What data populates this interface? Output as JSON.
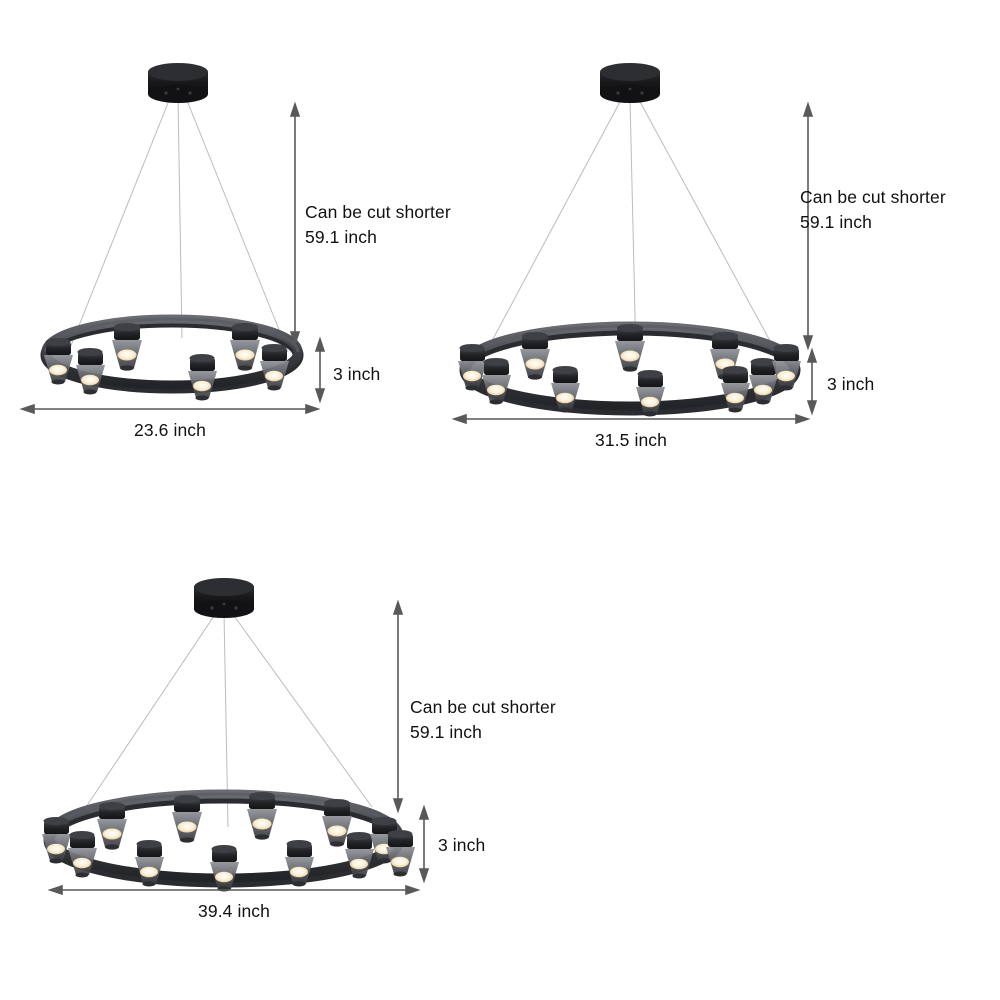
{
  "background_color": "#ffffff",
  "palette": {
    "body_black": "#1b1b1d",
    "ring_dark": "#35363a",
    "ring_light": "#5c5e63",
    "shade_smoke": "#6e7076",
    "shade_smoke_dark": "#3a3c41",
    "led_warm": "#fdf3df",
    "led_glow": "#f2d9a8",
    "cable_gray": "#b9bcc1",
    "dimension_line": "#58595b",
    "text_color": "#111111"
  },
  "diagrams": [
    {
      "id": "chandelier-23-6",
      "lamp_count": 6,
      "width_label": "23.6 inch",
      "height_label": "3 inch",
      "drop_label_line1": "Can be cut shorter",
      "drop_label_line2": "59.1 inch",
      "canopy": "ceiling-canopy",
      "cable_count": 3
    },
    {
      "id": "chandelier-31-5",
      "lamp_count": 10,
      "width_label": "31.5 inch",
      "height_label": "3 inch",
      "drop_label_line1": "Can be cut shorter",
      "drop_label_line2": "59.1 inch",
      "canopy": "ceiling-canopy",
      "cable_count": 3
    },
    {
      "id": "chandelier-39-4",
      "lamp_count": 12,
      "width_label": "39.4 inch",
      "height_label": "3 inch",
      "drop_label_line1": "Can be cut shorter",
      "drop_label_line2": "59.1 inch",
      "canopy": "ceiling-canopy",
      "cable_count": 3
    }
  ]
}
